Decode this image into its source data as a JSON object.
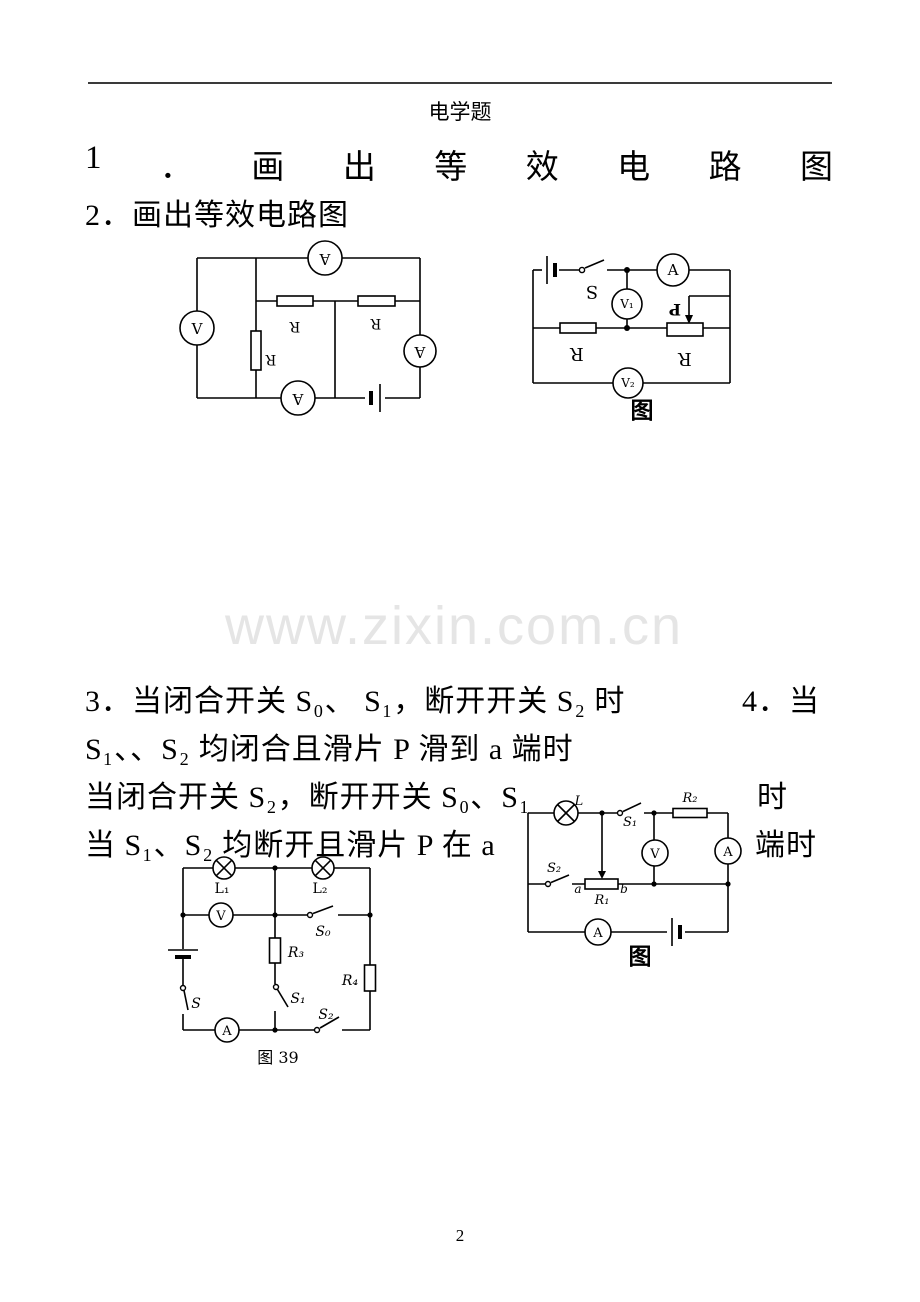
{
  "header": {
    "title": "电学题"
  },
  "footer": {
    "page_number": "2"
  },
  "watermark": {
    "text": "www.zixin.com.cn"
  },
  "questions": {
    "q1": {
      "chars": [
        "1",
        "．",
        "画",
        "出",
        "等",
        "效",
        "电",
        "路",
        "图"
      ]
    },
    "q2": "2．画出等效电路图",
    "l1_left": "3．当闭合开关 S₀、 S₁，断开开关 S₂ 时",
    "l1_right": "4．当",
    "l2": "S₁、、S₂ 均闭合且滑片 P 滑到 a 端时",
    "l3_left": "当闭合开关 S₂，断开开关 S₀、S₁",
    "l3_right": "时",
    "l4_left": "当 S₁、S₂ 均断开且滑片 P 在 a",
    "l4_right": "端时"
  },
  "fig2_left": {
    "meter_top": "A",
    "meter_left": "V",
    "meter_right": "A",
    "meter_bottom": "A",
    "r_top_left": "R",
    "r_top_right": "R",
    "r_vertical": "R"
  },
  "fig2_right": {
    "switch": "S",
    "ammeter": "A",
    "v1": "V₁",
    "v2": "V₂",
    "r_left": "R",
    "r_right": "R",
    "slider": "P",
    "caption": "图"
  },
  "fig3": {
    "lamp1": "L₁",
    "lamp2": "L₂",
    "voltmeter": "V",
    "ammeter": "A",
    "switch_main": "S",
    "switch0": "S₀",
    "switch1": "S₁",
    "switch2": "S₂",
    "r3": "R₃",
    "r4": "R₄",
    "caption": "图 39"
  },
  "fig4": {
    "lamp": "L",
    "switch1": "S₁",
    "switch2": "S₂",
    "r1": "R₁",
    "r2": "R₂",
    "voltmeter": "V",
    "ammeter_right": "A",
    "ammeter_bottom": "A",
    "end_a": "a",
    "end_b": "b",
    "caption": "图"
  }
}
